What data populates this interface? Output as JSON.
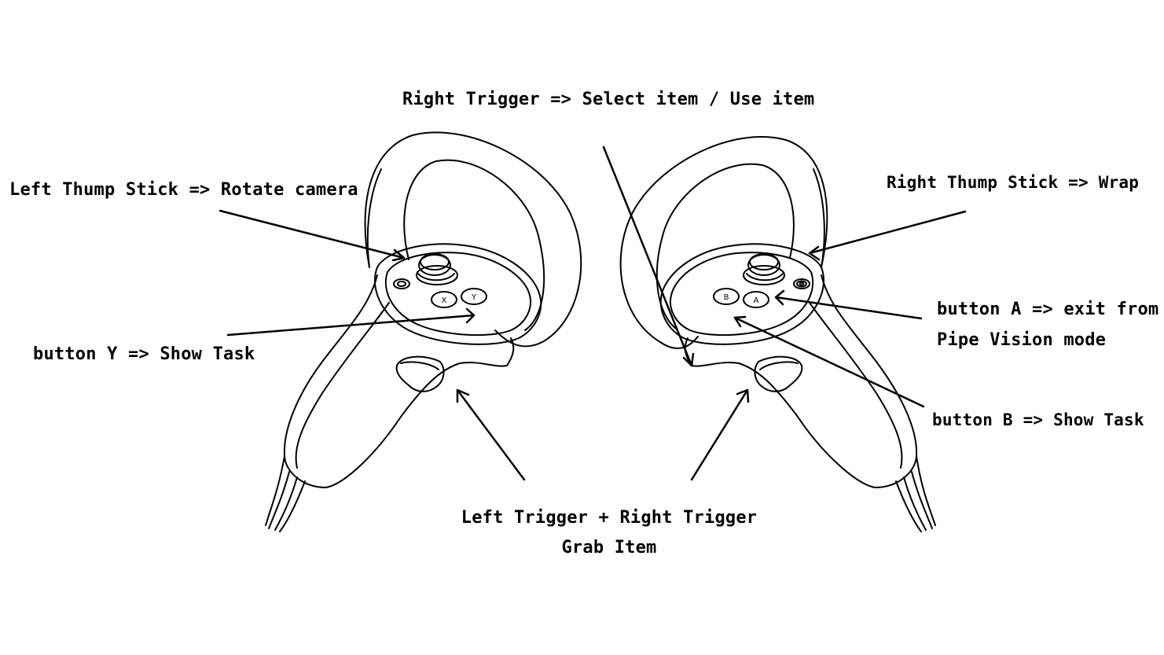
{
  "labels": {
    "right_trigger": "Right Trigger => Select item / Use item",
    "left_thumb_stick": "Left Thump Stick => Rotate camera",
    "right_thumb_stick": "Right Thump Stick => Wrap",
    "button_a_line1": "button A => exit from",
    "button_a_line2": "Pipe Vision mode",
    "button_y": "button Y => Show Task",
    "button_b": "button B => Show Task",
    "grab_line1": "Left Trigger + Right Trigger",
    "grab_line2": "Grab Item"
  },
  "controller_buttons": {
    "left": [
      "X",
      "Y"
    ],
    "right": [
      "B",
      "A"
    ]
  },
  "colors": {
    "ink": "#000000",
    "background": "#ffffff"
  }
}
